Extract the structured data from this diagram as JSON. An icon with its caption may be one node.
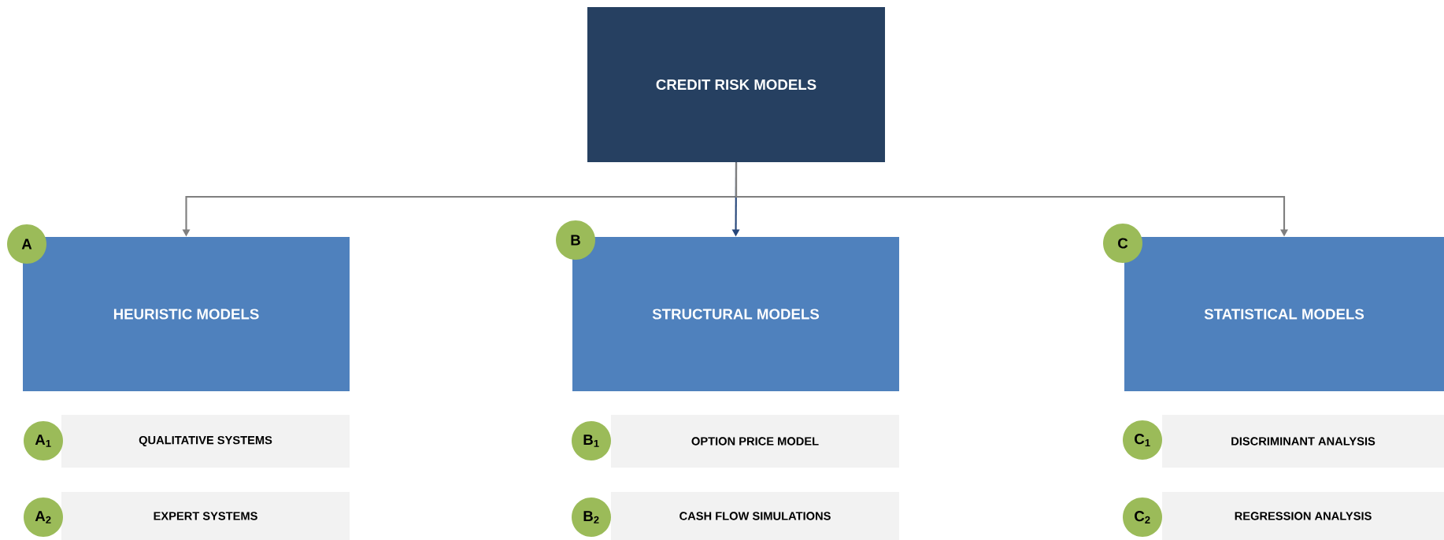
{
  "diagram": {
    "nodes": [
      {
        "text": [
          "CREDIT RISK MODELS"
        ]
      },
      {
        "text": [
          "A"
        ]
      },
      {
        "text": [
          "HEURISTIC MODELS"
        ]
      },
      {
        "text": [
          "B"
        ]
      },
      {
        "text": [
          "STRUCTURAL MODELS"
        ]
      },
      {
        "text": [
          "C"
        ]
      },
      {
        "text": [
          "STATISTICAL MODELS"
        ]
      },
      {
        "text": [
          "A$_{1}$"
        ]
      },
      {
        "text": [
          "QUALITATIVE SYSTEMS"
        ]
      },
      {
        "text": [
          "B$_{1}$"
        ]
      },
      {
        "text": [
          "OPTION PRICE MODEL"
        ]
      },
      {
        "text": [
          "C$_{1}$"
        ]
      },
      {
        "text": [
          "DISCRIMINANT ANALYSIS"
        ]
      },
      {
        "text": [
          "A$_{2}$"
        ]
      },
      {
        "text": [
          "EXPERT SYSTEMS"
        ]
      },
      {
        "text": [
          "B$_{2}$"
        ]
      },
      {
        "text": [
          "CASH FLOW SIMULATIONS"
        ]
      },
      {
        "text": [
          "C$_{2}$"
        ]
      },
      {
        "text": [
          "REGRESSION ANALYSIS"
        ]
      }
    ],
    "edges": [
      {
        "from": 0,
        "to": 2,
        "arrow": "to"
      },
      {
        "from": 0,
        "to": 4,
        "arrow": "to",
        "color": "#27477a"
      },
      {
        "from": 0,
        "to": 6,
        "arrow": "to"
      }
    ]
  }
}
